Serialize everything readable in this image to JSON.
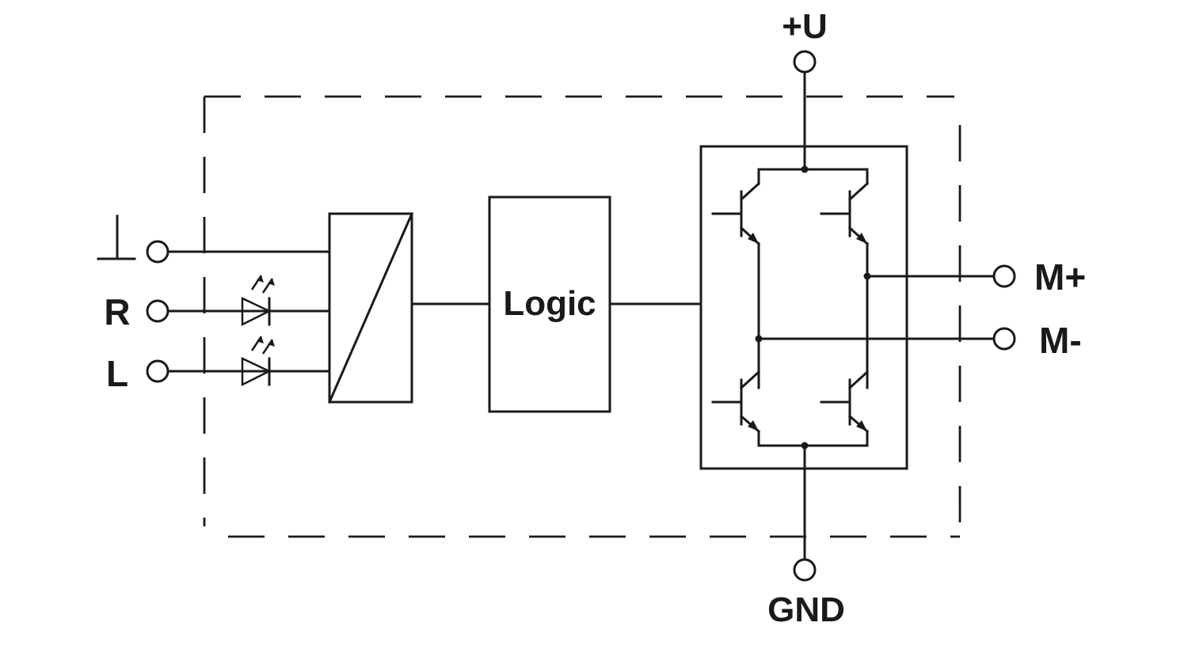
{
  "terminals": {
    "ground_symbol": "ground-icon",
    "r": "R",
    "l": "L",
    "plus_u": "+U",
    "gnd": "GND",
    "m_plus": "M+",
    "m_minus": "M-"
  },
  "blocks": {
    "logic": "Logic"
  },
  "colors": {
    "stroke": "#1a1a1a",
    "background": "#ffffff"
  }
}
